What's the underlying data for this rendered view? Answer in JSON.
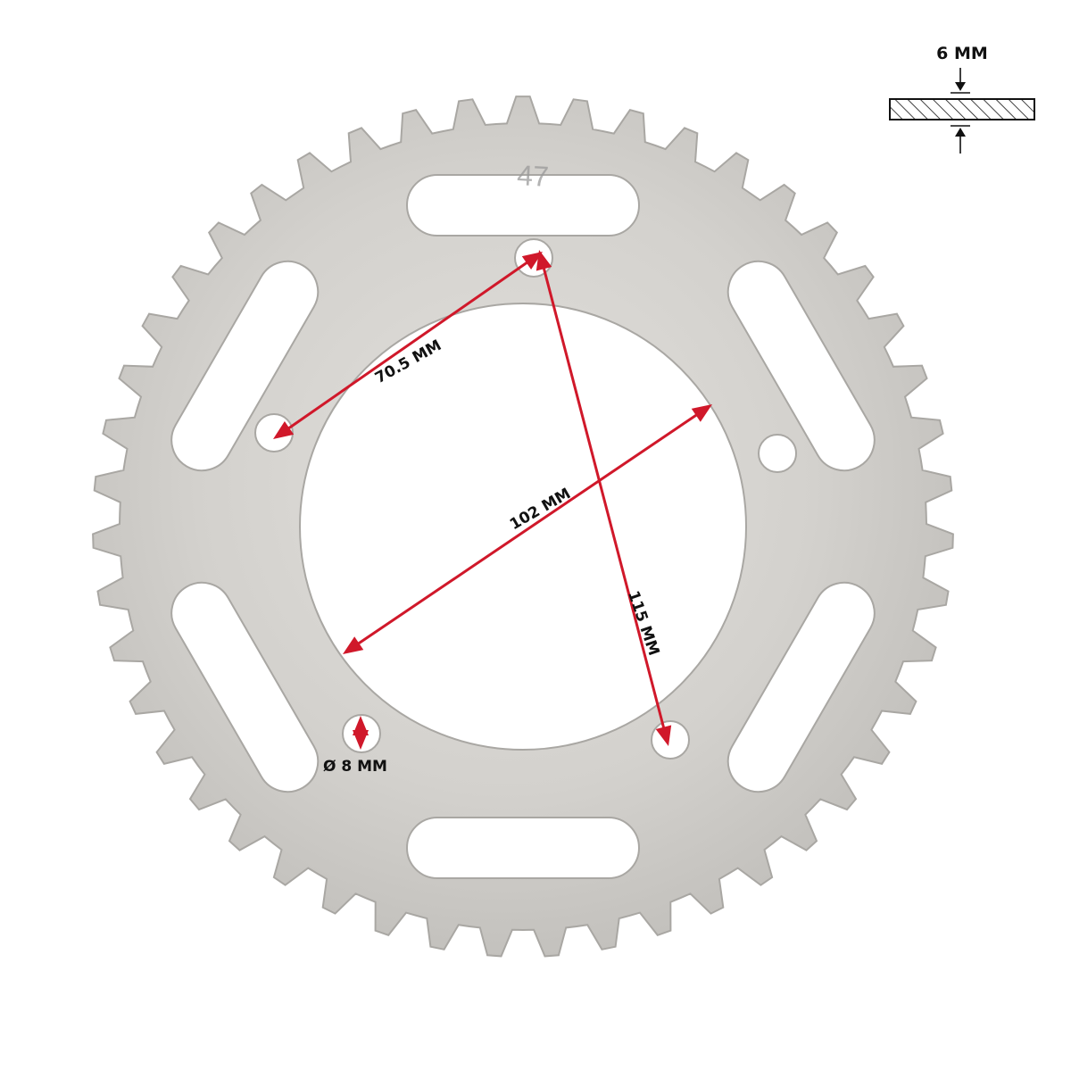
{
  "sprocket": {
    "tooth_count": 47,
    "engraving": "47"
  },
  "dimensions": {
    "hole_spacing": "70.5 MM",
    "center_bore": "102 MM",
    "bolt_circle": "115 MM",
    "hole_diameter": "Ø 8 MM",
    "thickness": "6 MM"
  },
  "colors": {
    "metal_light": "#d8d6d2",
    "metal_mid": "#c4c2be",
    "metal_edge": "#a9a7a3",
    "arrow": "#d0182a",
    "text": "#111111"
  }
}
